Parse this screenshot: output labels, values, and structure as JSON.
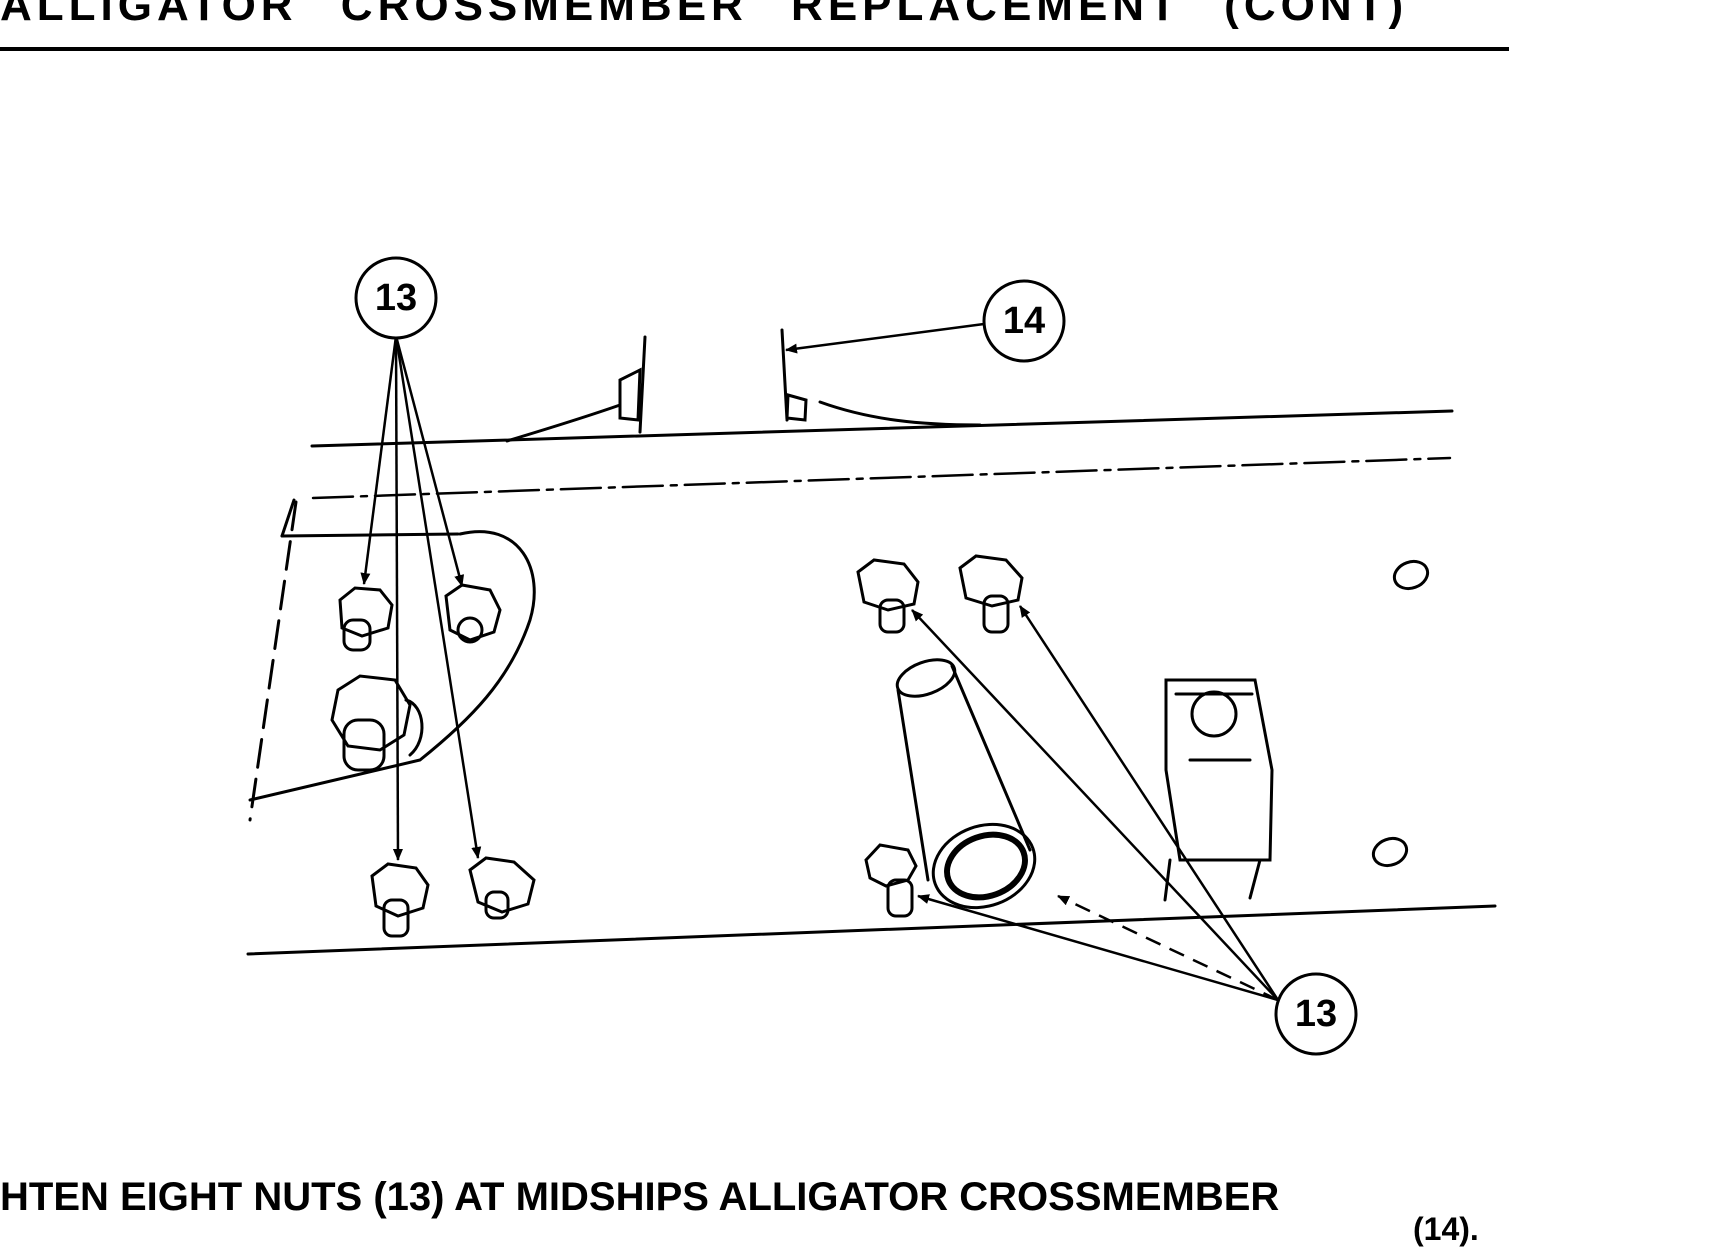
{
  "header": {
    "title": "ALLIGATOR CROSSMEMBER REPLACEMENT (CONT)"
  },
  "figure": {
    "callouts": [
      {
        "number": "13",
        "refers_to": "nuts upper-left"
      },
      {
        "number": "14",
        "refers_to": "crossmember"
      },
      {
        "number": "13",
        "refers_to": "nuts lower-right"
      }
    ]
  },
  "instruction": {
    "text": "HTEN EIGHT NUTS (13) AT MIDSHIPS ALLIGATOR CROSSMEMBER",
    "continuation": "(14)."
  }
}
